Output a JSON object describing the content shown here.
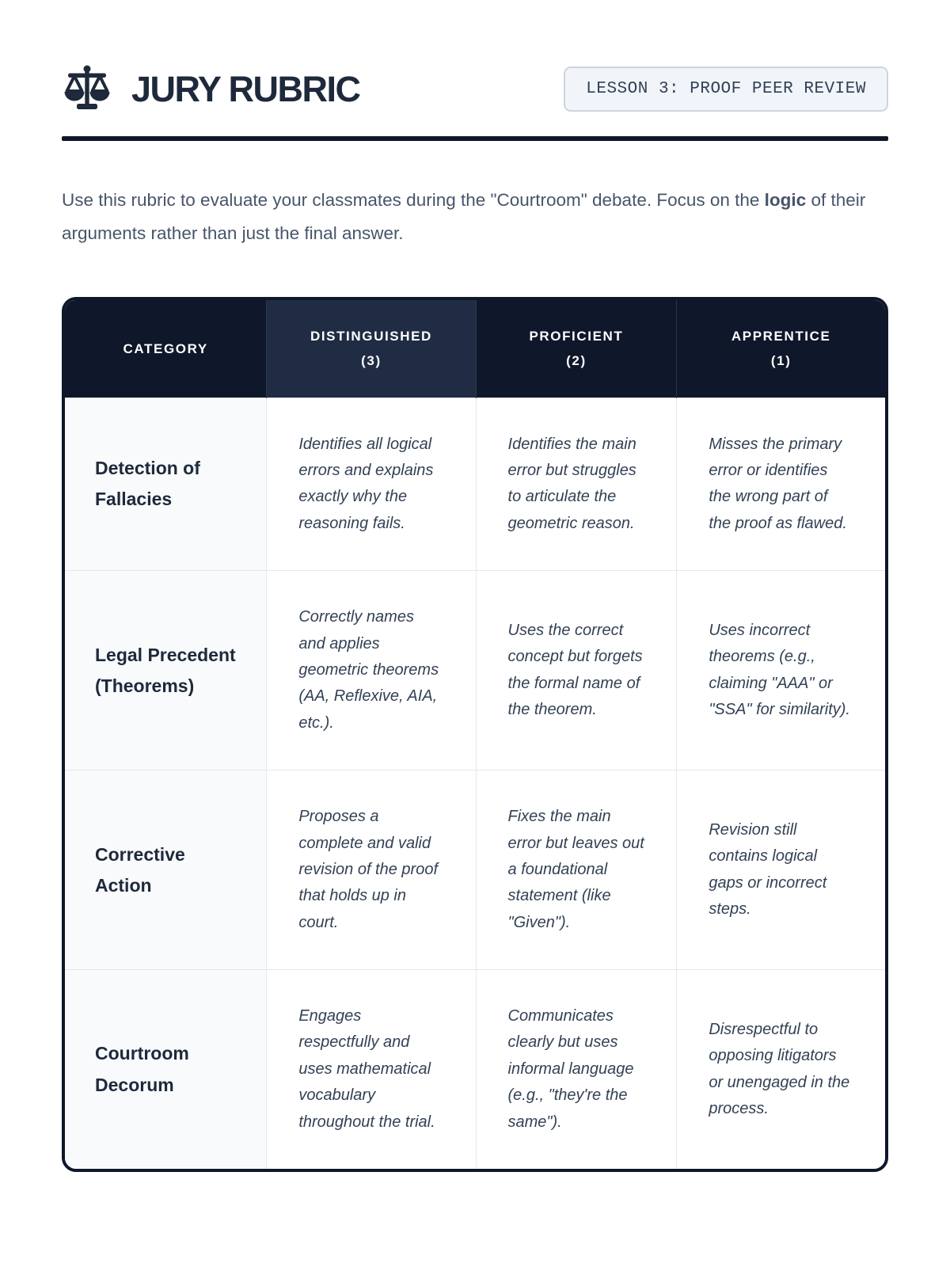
{
  "header": {
    "logo_icon": "scales-of-justice",
    "title": "JURY RUBRIC",
    "badge": "LESSON 3: PROOF PEER REVIEW"
  },
  "intro": {
    "part1": "Use this rubric to evaluate your classmates during the \"Courtroom\" debate. Focus on the ",
    "bold": "logic",
    "part2": " of their arguments rather than just the final answer."
  },
  "rubric_table": {
    "columns": [
      {
        "label": "CATEGORY",
        "score": ""
      },
      {
        "label": "DISTINGUISHED",
        "score": "(3)"
      },
      {
        "label": "PROFICIENT",
        "score": "(2)"
      },
      {
        "label": "APPRENTICE",
        "score": "(1)"
      }
    ],
    "rows": [
      {
        "category": "Detection of Fallacies",
        "distinguished": "Identifies all logical errors and explains exactly why the reasoning fails.",
        "proficient": "Identifies the main error but struggles to articulate the geometric reason.",
        "apprentice": "Misses the primary error or identifies the wrong part of the proof as flawed."
      },
      {
        "category": "Legal Precedent (Theorems)",
        "distinguished": "Correctly names and applies geometric theorems (AA, Reflexive, AIA, etc.).",
        "proficient": "Uses the correct concept but forgets the formal name of the theorem.",
        "apprentice": "Uses incorrect theorems (e.g., claiming \"AAA\" or \"SSA\" for similarity)."
      },
      {
        "category": "Corrective Action",
        "distinguished": "Proposes a complete and valid revision of the proof that holds up in court.",
        "proficient": "Fixes the main error but leaves out a foundational statement (like \"Given\").",
        "apprentice": "Revision still contains logical gaps or incorrect steps."
      },
      {
        "category": "Courtroom Decorum",
        "distinguished": "Engages respectfully and uses mathematical vocabulary throughout the trial.",
        "proficient": "Communicates clearly but uses informal language (e.g., \"they're the same\").",
        "apprentice": "Disrespectful to opposing litigators or unengaged in the process."
      }
    ]
  },
  "colors": {
    "dark_navy": "#0f172a",
    "header_highlight": "#202c44",
    "title_text": "#1e293b",
    "body_text": "#475569",
    "cell_text": "#334155",
    "category_bg": "#f8fafc",
    "grid_line": "#e2e8f0",
    "badge_bg": "#f1f5f9",
    "badge_border": "#cbd5e1"
  }
}
